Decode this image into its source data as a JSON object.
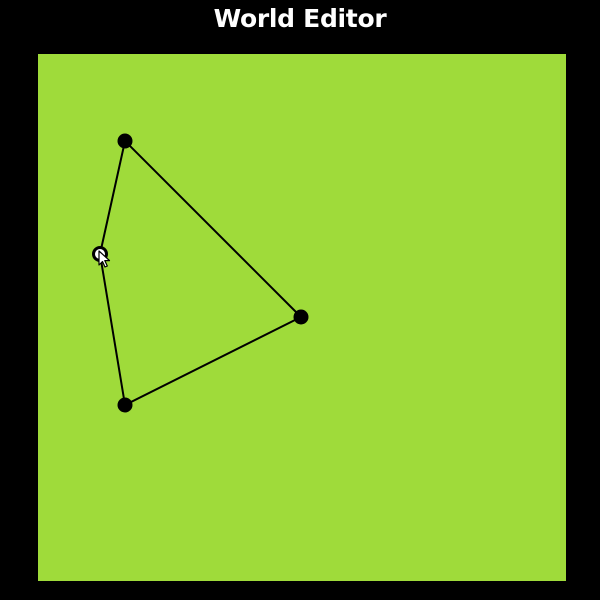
{
  "app": {
    "title": "World Editor"
  },
  "colors": {
    "background": "#000000",
    "canvas": "#9fdb3a",
    "title_text": "#ffffff",
    "edge": "#000000",
    "vertex": "#000000",
    "selected_vertex_ring": "#ffffff"
  },
  "editor": {
    "polygon": {
      "vertices": [
        {
          "id": "v1",
          "selected": false
        },
        {
          "id": "v2",
          "selected": false
        },
        {
          "id": "v3",
          "selected": false
        },
        {
          "id": "v4",
          "selected": true
        }
      ]
    },
    "cursor_icon": "arrow-pointer-icon"
  }
}
